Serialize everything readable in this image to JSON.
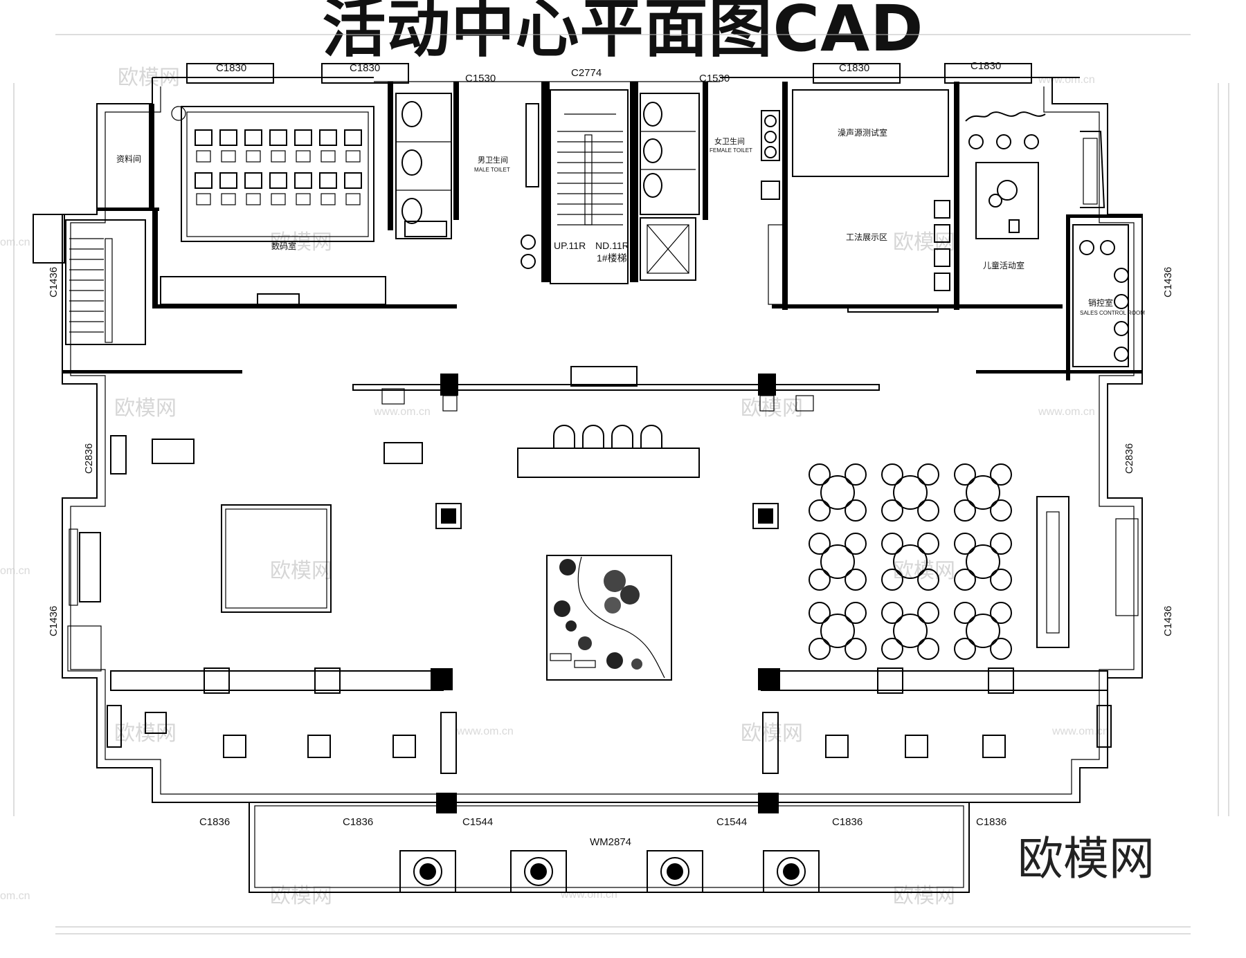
{
  "title": "活动中心平面图CAD",
  "brand": "欧模网",
  "watermarks": {
    "brand": "欧模网",
    "url": "www.om.cn",
    "domain": "om.cn"
  },
  "rooms": {
    "archive": "资料间",
    "digital": "数码室",
    "male_toilet": "男卫生间",
    "male_toilet_en": "MALE TOILET",
    "female_toilet": "女卫生间",
    "female_toilet_en": "FEMALE TOILET",
    "noise_lab": "澡声源测试室",
    "craft": "工法展示区",
    "kids": "儿童活动室",
    "sales_control": "销控室",
    "sales_control_en": "SALES CONTROL ROOM"
  },
  "stair": {
    "up": "UP.11R",
    "down": "ND.11R",
    "name": "1#楼梯"
  },
  "window_tags": {
    "c1830": "C1830",
    "c1530": "C1530",
    "c2774": "C2774",
    "c1436": "C1436",
    "c2836": "C2836",
    "c1836": "C1836",
    "c1544": "C1544",
    "wm2874": "WM2874"
  },
  "colors": {
    "ink": "#000000",
    "watermark": "#d6d6d6",
    "hatch": "#555555"
  }
}
